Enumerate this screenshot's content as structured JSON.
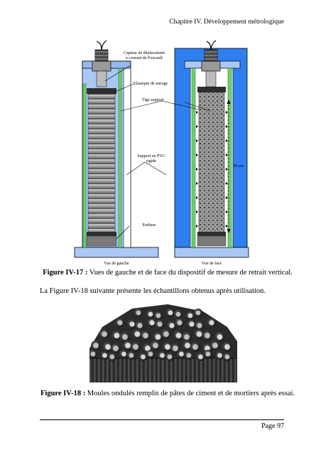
{
  "header": {
    "chapter": "Chapitre IV. Développement métrologique"
  },
  "figure17": {
    "labels": {
      "sensor": [
        "Capteur de déplacement",
        "à courant de Foucault"
      ],
      "clamp": "Elastique de serrage",
      "rod": "Tige support",
      "pvc": [
        "Support en PVC",
        "rigide"
      ],
      "base": "Embase",
      "dimension": "36 cm",
      "left_view": "Vue de gauche",
      "front_view": "Vue de face"
    },
    "caption_label": "Figure IV-17 :",
    "caption_text": " Vues de gauche et de face du dispositif de mesure de retrait vertical."
  },
  "paragraph": "La Figure IV-18 suivante présente les échantillons obtenus après utilisation.",
  "figure18": {
    "caption_label": "Figure IV-18 :",
    "caption_text": " Moules ondulés remplis de pâtes de ciment et de mortiers après essai."
  },
  "footer": {
    "page": "Page 97"
  }
}
